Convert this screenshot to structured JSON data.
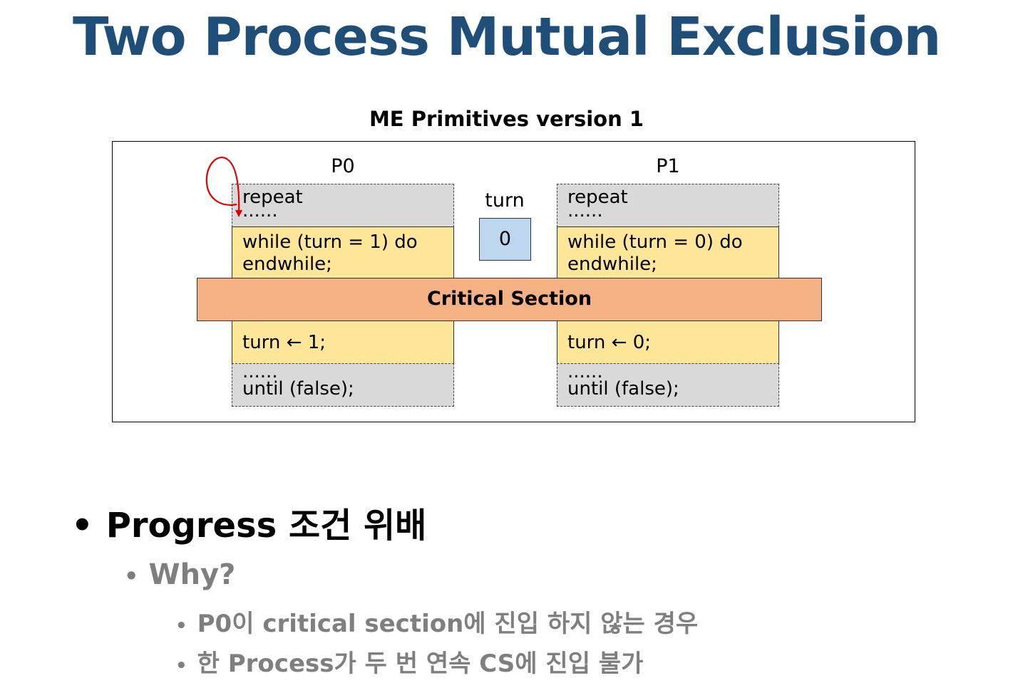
{
  "title": "Two Process Mutual Exclusion",
  "diagram": {
    "caption": "ME Primitives version 1",
    "p0": {
      "label": "P0",
      "entry_top": [
        "repeat",
        "......"
      ],
      "entry_code": [
        "while (turn = 1) do",
        "endwhile;"
      ],
      "exit_code": "turn ← 1;",
      "exit_bottom": [
        "......",
        "until (false);"
      ]
    },
    "p1": {
      "label": "P1",
      "entry_top": [
        "repeat",
        "......"
      ],
      "entry_code": [
        "while (turn = 0) do",
        "endwhile;"
      ],
      "exit_code": "turn ← 0;",
      "exit_bottom": [
        "......",
        "until (false);"
      ]
    },
    "critical_section": "Critical Section",
    "turn_label": "turn",
    "turn_value": "0",
    "colors": {
      "gray": "#d9d9d9",
      "yellow": "#ffe699",
      "critical": "#f4b183",
      "turn_box": "#bdd7ee",
      "loop_arrow": "#e00000"
    }
  },
  "bullets": {
    "l1": "Progress 조건 위배",
    "l2": "Why?",
    "l3": [
      "P0이 critical section에 진입 하지 않는 경우",
      "한 Process가 두 번 연속 CS에 진입 불가"
    ]
  },
  "colors": {
    "title": "#1f4e79",
    "sub_bullet": "#7f7f7f"
  }
}
